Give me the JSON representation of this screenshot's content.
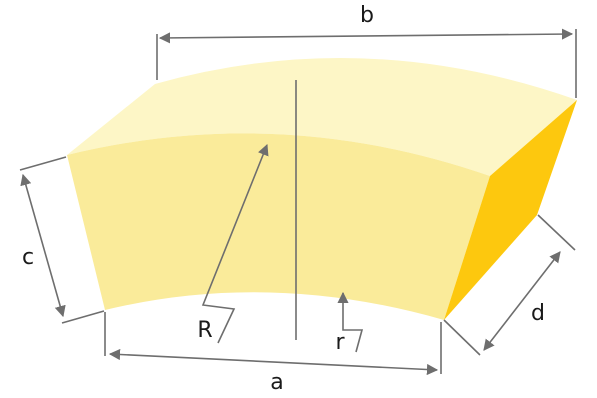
{
  "labels": {
    "a": "a",
    "b": "b",
    "c": "c",
    "d": "d",
    "R": "R",
    "r": "r"
  },
  "colors": {
    "top_face": "#fdf6c6",
    "front_face": "#faeb9a",
    "side_face": "#fdc80e",
    "line": "#6e6e6e",
    "text": "#1a1a1a"
  }
}
